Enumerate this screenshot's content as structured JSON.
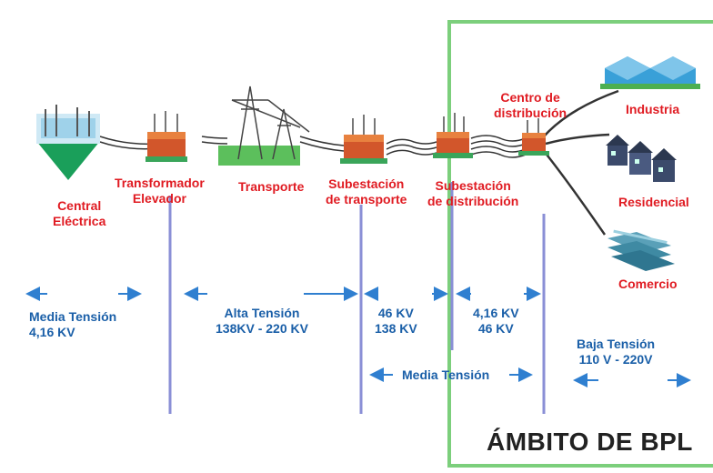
{
  "stages": {
    "central": [
      "Central",
      "Eléctrica"
    ],
    "transformador": [
      "Transformador",
      "Elevador"
    ],
    "transporte": "Transporte",
    "subestacion_transporte": [
      "Subestación",
      "de transporte"
    ],
    "subestacion_distribucion": [
      "Subestación",
      "de distribución"
    ],
    "centro_distribucion": [
      "Centro de",
      "distribución"
    ]
  },
  "consumers": {
    "industria": "Industria",
    "residencial": "Residencial",
    "comercio": "Comercio"
  },
  "voltages": {
    "media_tension_1": [
      "Media Tensión",
      "4,16 KV"
    ],
    "alta_tension": [
      "Alta Tensión",
      "138KV - 220 KV"
    ],
    "kv_46_138": [
      "46 KV",
      "138 KV"
    ],
    "kv_416_46": [
      "4,16 KV",
      "46 KV"
    ],
    "media_tension_2": "Media Tensión",
    "baja_tension": [
      "Baja Tensión",
      "110 V - 220V"
    ]
  },
  "bpl_label": "ÁMBITO DE BPL",
  "colors": {
    "stage_text": "#e01b22",
    "voltage_text": "#1a5fa8",
    "divider": "#8a8fd6",
    "bpl_border": "#7ccf7c",
    "arrow": "#2f7fd0"
  }
}
